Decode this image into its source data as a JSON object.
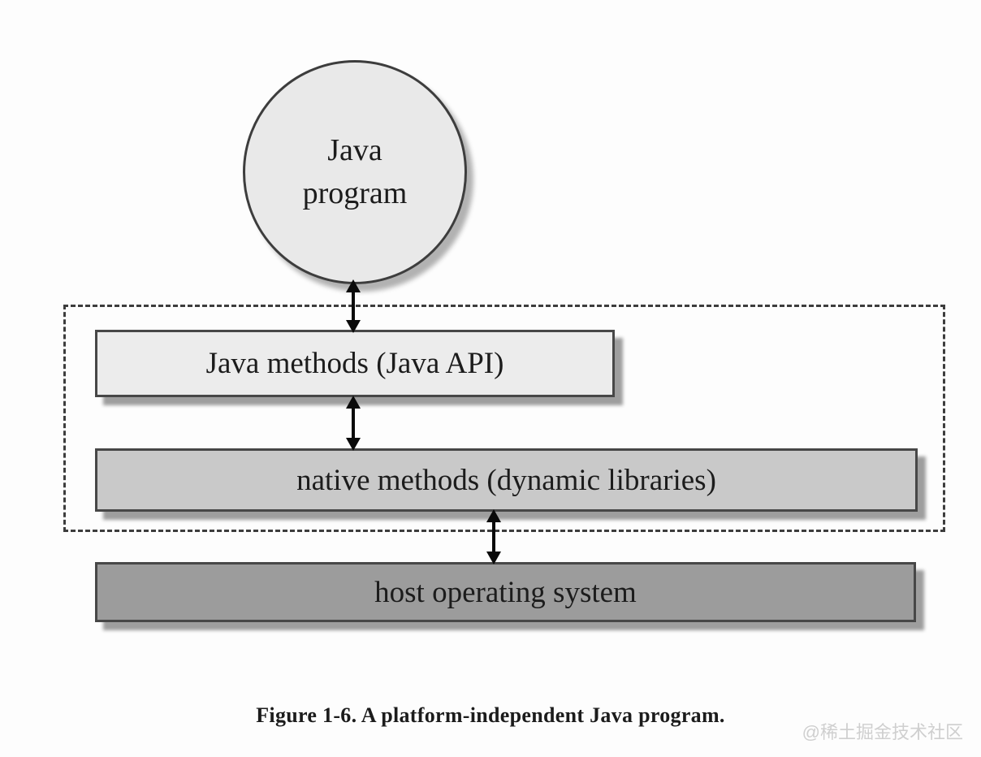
{
  "diagram": {
    "circle_label": "Java\nprogram",
    "java_methods_label": "Java methods (Java API)",
    "native_methods_label": "native methods (dynamic libraries)",
    "host_os_label": "host operating system",
    "caption": "Figure 1-6. A platform-independent Java program.",
    "watermark": "@稀土掘金技术社区"
  },
  "colors": {
    "circle_fill": "#e9e9e9",
    "java_methods_fill": "#ececec",
    "native_methods_fill": "#c9c9c9",
    "host_os_fill": "#9c9c9c",
    "arrow": "#0a0a0a",
    "border": "#3d3d3d"
  }
}
